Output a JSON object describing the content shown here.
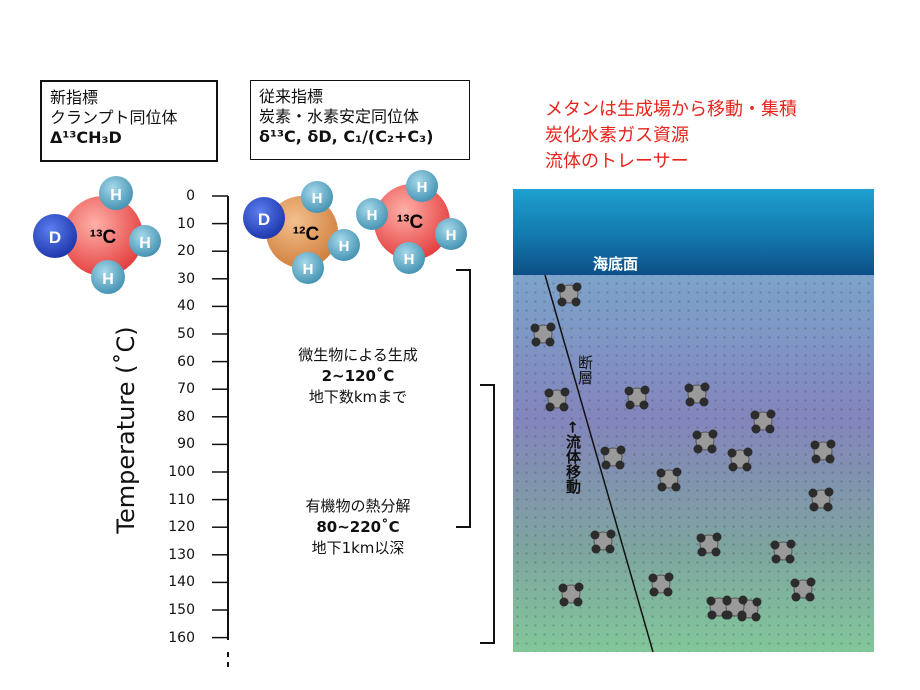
{
  "new_index": {
    "line1": "新指標",
    "line2": "クランプト同位体",
    "line3": "Δ¹³CH₃D"
  },
  "old_index": {
    "line1": "従来指標",
    "line2": "炭素・水素安定同位体",
    "line3": "δ¹³C, δD, C₁/(C₂+C₃)"
  },
  "notes_red": [
    "メタンは生成場から移動・集積",
    "炭化水素ガス資源",
    "流体のトレーサー"
  ],
  "molecules": {
    "m1": {
      "center": "¹³C",
      "atoms": [
        "D",
        "H",
        "H",
        "H"
      ]
    },
    "m2": {
      "center": "¹²C",
      "atoms": [
        "D",
        "H",
        "H",
        "H"
      ]
    },
    "m3": {
      "center": "¹³C",
      "atoms": [
        "H",
        "H",
        "H",
        "H"
      ]
    }
  },
  "axis": {
    "title": "Temperature (˚C)",
    "ticks": [
      "0",
      "10",
      "20",
      "30",
      "40",
      "50",
      "60",
      "70",
      "80",
      "90",
      "100",
      "110",
      "120",
      "130",
      "140",
      "150",
      "160"
    ]
  },
  "microbial": {
    "title": "微生物による生成",
    "range": "2~120˚C",
    "depth": "地下数kmまで"
  },
  "thermal": {
    "title": "有機物の熱分解",
    "range": "80~220˚C",
    "depth": "地下1km以深"
  },
  "sea": {
    "seafloor": "海底面",
    "fault": "断層",
    "flow": "←流体移動"
  },
  "colors": {
    "red_text": "#e8241c",
    "c13": "#e8484a",
    "c12": "#d98c4a",
    "deuterium": "#1f3fb8",
    "hydrogen": "#4a9fbd"
  }
}
